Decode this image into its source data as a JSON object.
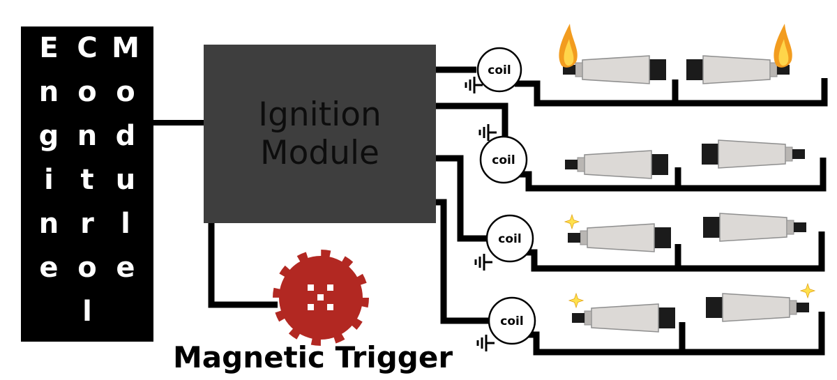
{
  "ecm": {
    "words": [
      "Engine",
      "Control",
      "Module"
    ]
  },
  "ignition_module": {
    "lines": [
      "Ignition",
      "Module"
    ]
  },
  "magnetic_trigger": {
    "label": "Magnetic Trigger"
  },
  "coils": {
    "labels": [
      "coil",
      "coil",
      "coil",
      "coil"
    ]
  },
  "colors": {
    "ecm_bg": "#000000",
    "ignition_module_bg": "#3e3e3e",
    "trigger_red": "#b22822",
    "wire_black": "#000000",
    "flame_outer": "#f29c1f",
    "flame_inner": "#ffd54a",
    "spark_yellow": "#ffe14d",
    "plug_body": "#dcd9d6",
    "plug_cap": "#1b1b1b"
  }
}
